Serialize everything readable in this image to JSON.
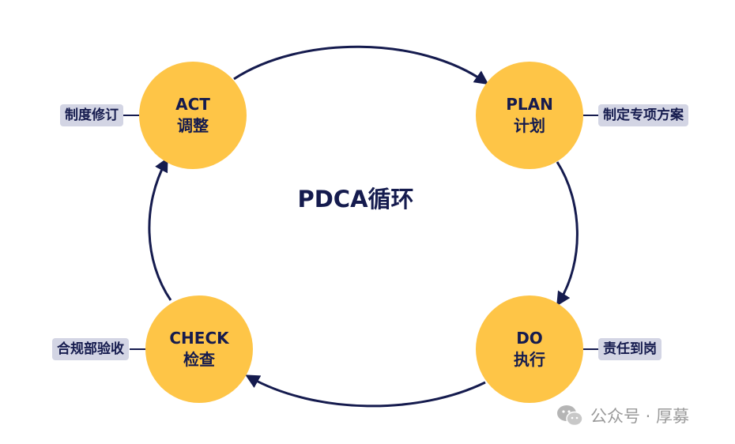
{
  "center_title": "PDCA循环",
  "nodes": {
    "act": {
      "en": "ACT",
      "cn": "调整",
      "tag": "制度修订"
    },
    "plan": {
      "en": "PLAN",
      "cn": "计划",
      "tag": "制定专项方案"
    },
    "do": {
      "en": "DO",
      "cn": "执行",
      "tag": "责任到岗"
    },
    "check": {
      "en": "CHECK",
      "cn": "检查",
      "tag": "合规部验收"
    }
  },
  "watermark": {
    "text": "公众号 · 厚募",
    "icon": "wechat-icon"
  },
  "colors": {
    "circle": "#FEC547",
    "ink": "#151B4E",
    "tag_bg": "#D3D5E4",
    "watermark": "#9A9A9A"
  }
}
